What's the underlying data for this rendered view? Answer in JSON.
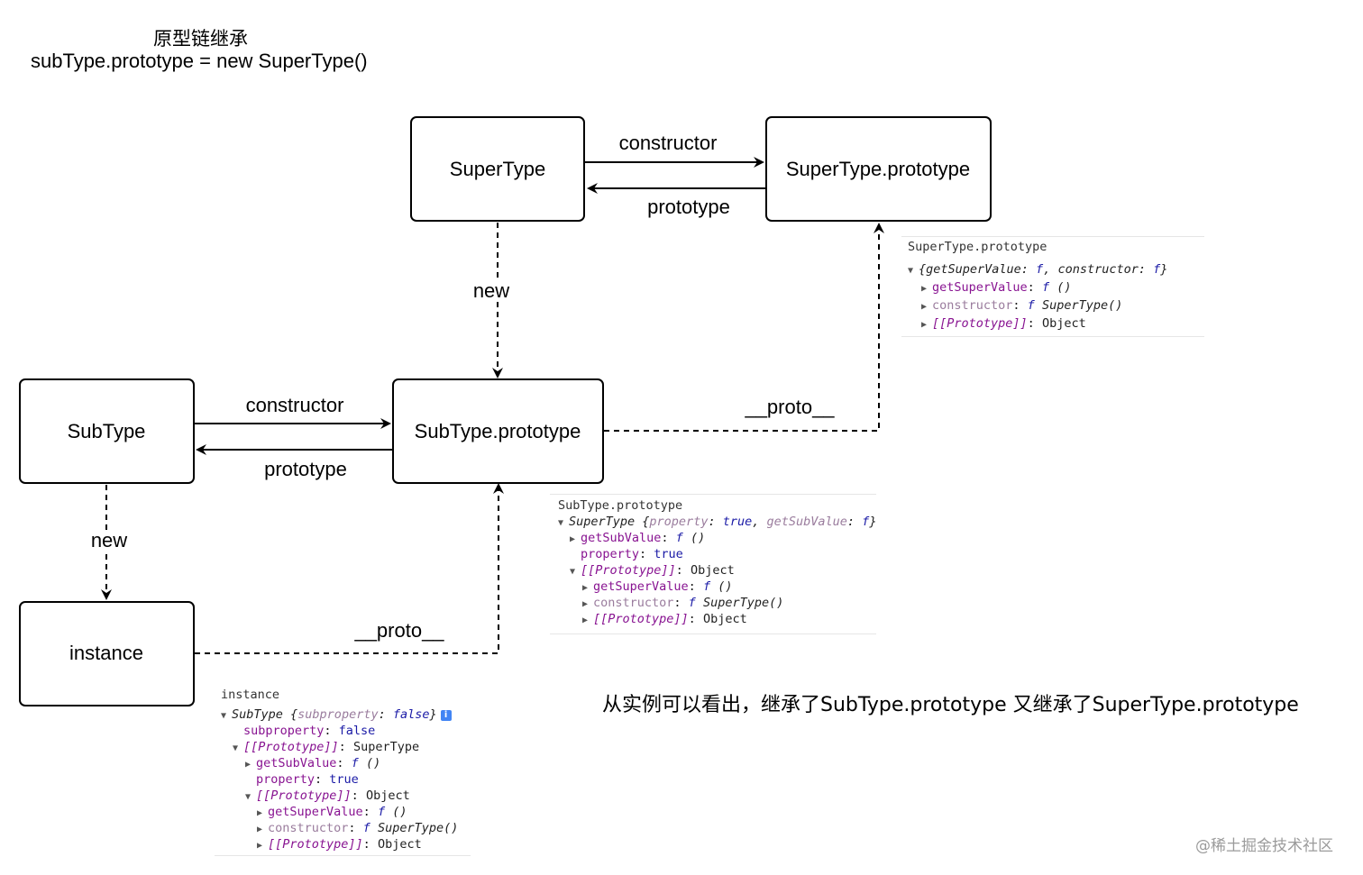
{
  "header": {
    "title": "原型链继承",
    "code": "subType.prototype = new SuperType()"
  },
  "diagram": {
    "nodes": {
      "supertype": "SuperType",
      "supertype_prototype": "SuperType.prototype",
      "subtype": "SubType",
      "subtype_prototype": "SubType.prototype",
      "instance": "instance"
    },
    "edges": {
      "super_constructor": "constructor",
      "super_prototype": "prototype",
      "super_new": "new",
      "sub_constructor": "constructor",
      "sub_prototype": "prototype",
      "sub_new": "new",
      "subproto_proto": "__proto__",
      "instance_proto": "__proto__"
    }
  },
  "consoles": {
    "supertype_prototype": {
      "heading": "SuperType.prototype",
      "lines": [
        {
          "a": "{getSuperValue: ",
          "b": "f",
          "c": ", constructor: ",
          "d": "f",
          "e": "}"
        },
        {
          "key": "getSuperValue",
          "f": "f",
          "rest": " ()"
        },
        {
          "key": "constructor",
          "f": "f",
          "rest": " SuperType()"
        },
        {
          "key": "[[Prototype]]",
          "rest": "Object"
        }
      ]
    },
    "subtype_prototype": {
      "heading": "SubType.prototype",
      "summary": {
        "cls": "SuperType ",
        "k1": "property",
        "v1": "true",
        "k2": "getSubValue",
        "v2": "f"
      },
      "lines": [
        {
          "key": "getSubValue",
          "f": "f",
          "rest": " ()"
        },
        {
          "key": "property",
          "val": "true"
        },
        {
          "key": "[[Prototype]]",
          "rest": "Object"
        },
        {
          "key": "getSuperValue",
          "f": "f",
          "rest": " ()"
        },
        {
          "key": "constructor",
          "f": "f",
          "rest": " SuperType()"
        },
        {
          "key": "[[Prototype]]",
          "rest": "Object"
        }
      ]
    },
    "instance": {
      "heading": "instance",
      "summary": {
        "cls": "SubType ",
        "k1": "subproperty",
        "v1": "false",
        "badge": "i"
      },
      "lines": [
        {
          "key": "subproperty",
          "val": "false"
        },
        {
          "key": "[[Prototype]]",
          "rest": "SuperType"
        },
        {
          "key": "getSubValue",
          "f": "f",
          "rest": " ()"
        },
        {
          "key": "property",
          "val": "true"
        },
        {
          "key": "[[Prototype]]",
          "rest": "Object"
        },
        {
          "key": "getSuperValue",
          "f": "f",
          "rest": " ()"
        },
        {
          "key": "constructor",
          "f": "f",
          "rest": " SuperType()"
        },
        {
          "key": "[[Prototype]]",
          "rest": "Object"
        }
      ]
    }
  },
  "conclusion": "从实例可以看出，继承了SubType.prototype 又继承了SuperType.prototype",
  "watermark": "@稀土掘金技术社区"
}
